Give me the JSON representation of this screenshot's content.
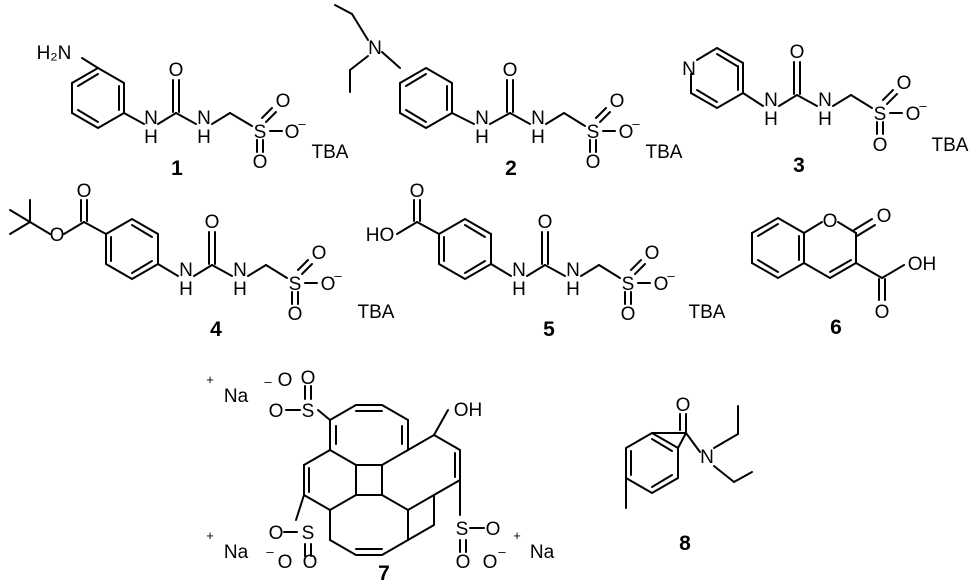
{
  "compounds": [
    {
      "number": "1",
      "counterion": "TBA",
      "labels": {
        "amine": "H₂N",
        "nh1": "N",
        "nh1h": "H",
        "nh2": "N",
        "nh2h": "H",
        "o_urea": "O",
        "s": "S",
        "o_s1": "O",
        "o_s2": "O",
        "o_s3": "O",
        "charge": "–"
      }
    },
    {
      "number": "2",
      "counterion": "TBA",
      "labels": {
        "n_amine": "N",
        "nh1": "N",
        "nh1h": "H",
        "nh2": "N",
        "nh2h": "H",
        "o_urea": "O",
        "s": "S",
        "o_s1": "O",
        "o_s2": "O",
        "o_s3": "O",
        "charge": "–"
      }
    },
    {
      "number": "3",
      "counterion": "TBA",
      "labels": {
        "n_ring": "N",
        "nh1": "N",
        "nh1h": "H",
        "nh2": "N",
        "nh2h": "H",
        "o_urea": "O",
        "s": "S",
        "o_s1": "O",
        "o_s2": "O",
        "o_s3": "O",
        "charge": "–"
      }
    },
    {
      "number": "4",
      "counterion": "TBA",
      "labels": {
        "o_ester1": "O",
        "o_ester2": "O",
        "nh1": "N",
        "nh1h": "H",
        "nh2": "N",
        "nh2h": "H",
        "o_urea": "O",
        "s": "S",
        "o_s1": "O",
        "o_s2": "O",
        "o_s3": "O",
        "charge": "–"
      }
    },
    {
      "number": "5",
      "counterion": "TBA",
      "labels": {
        "ho": "HO",
        "o_acid": "O",
        "nh1": "N",
        "nh1h": "H",
        "nh2": "N",
        "nh2h": "H",
        "o_urea": "O",
        "s": "S",
        "o_s1": "O",
        "o_s2": "O",
        "o_s3": "O",
        "charge": "–"
      }
    },
    {
      "number": "6",
      "labels": {
        "o_ring": "O",
        "o_lactone": "O",
        "oh": "OH",
        "o_acid": "O"
      }
    },
    {
      "number": "7",
      "labels": {
        "na1": "Na",
        "na2": "Na",
        "na3": "Na",
        "plus": "+",
        "minus": "–",
        "oh": "OH",
        "s": "S",
        "o": "O"
      }
    },
    {
      "number": "8",
      "labels": {
        "o": "O",
        "n": "N"
      }
    }
  ]
}
